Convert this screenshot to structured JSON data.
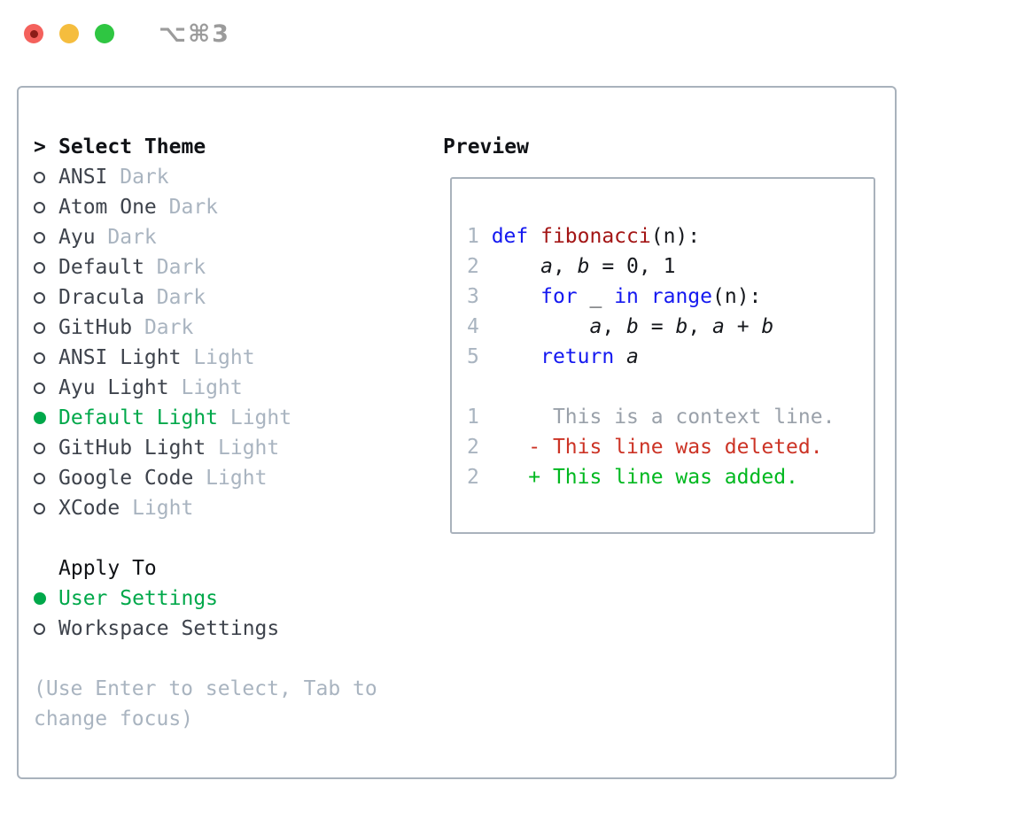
{
  "titlebar": {
    "shortcut": "⌥⌘3"
  },
  "theme_list": {
    "caret": ">",
    "header": "Select Theme",
    "items": [
      {
        "name": "ANSI",
        "variant": "Dark",
        "selected": false
      },
      {
        "name": "Atom One",
        "variant": "Dark",
        "selected": false
      },
      {
        "name": "Ayu",
        "variant": "Dark",
        "selected": false
      },
      {
        "name": "Default",
        "variant": "Dark",
        "selected": false
      },
      {
        "name": "Dracula",
        "variant": "Dark",
        "selected": false
      },
      {
        "name": "GitHub",
        "variant": "Dark",
        "selected": false
      },
      {
        "name": "ANSI Light",
        "variant": "Light",
        "selected": false
      },
      {
        "name": "Ayu Light",
        "variant": "Light",
        "selected": false
      },
      {
        "name": "Default Light",
        "variant": "Light",
        "selected": true
      },
      {
        "name": "GitHub Light",
        "variant": "Light",
        "selected": false
      },
      {
        "name": "Google Code",
        "variant": "Light",
        "selected": false
      },
      {
        "name": "XCode",
        "variant": "Light",
        "selected": false
      }
    ]
  },
  "apply_to": {
    "header": "Apply To",
    "options": [
      {
        "label": "User Settings",
        "selected": true
      },
      {
        "label": "Workspace Settings",
        "selected": false
      }
    ]
  },
  "help_text": "(Use Enter to select, Tab to change focus)",
  "preview": {
    "title": "Preview",
    "lines": [
      [
        {
          "t": "1 ",
          "c": "num"
        },
        {
          "t": "def ",
          "c": "kw"
        },
        {
          "t": "fibonacci",
          "c": "fn"
        },
        {
          "t": "(n):",
          "c": "pl"
        }
      ],
      [
        {
          "t": "2 ",
          "c": "num"
        },
        {
          "t": "    ",
          "c": "pl"
        },
        {
          "t": "a",
          "c": "var"
        },
        {
          "t": ", ",
          "c": "pl"
        },
        {
          "t": "b",
          "c": "var"
        },
        {
          "t": " = 0, 1",
          "c": "pl"
        }
      ],
      [
        {
          "t": "3 ",
          "c": "num"
        },
        {
          "t": "    ",
          "c": "pl"
        },
        {
          "t": "for",
          "c": "kw"
        },
        {
          "t": " _ ",
          "c": "pl"
        },
        {
          "t": "in",
          "c": "kw"
        },
        {
          "t": " ",
          "c": "pl"
        },
        {
          "t": "range",
          "c": "kw"
        },
        {
          "t": "(n):",
          "c": "pl"
        }
      ],
      [
        {
          "t": "4 ",
          "c": "num"
        },
        {
          "t": "        ",
          "c": "pl"
        },
        {
          "t": "a",
          "c": "var"
        },
        {
          "t": ", ",
          "c": "pl"
        },
        {
          "t": "b",
          "c": "var"
        },
        {
          "t": " = ",
          "c": "pl"
        },
        {
          "t": "b",
          "c": "var"
        },
        {
          "t": ", ",
          "c": "pl"
        },
        {
          "t": "a",
          "c": "var"
        },
        {
          "t": " + ",
          "c": "pl"
        },
        {
          "t": "b",
          "c": "var"
        }
      ],
      [
        {
          "t": "5 ",
          "c": "num"
        },
        {
          "t": "    ",
          "c": "pl"
        },
        {
          "t": "return",
          "c": "kw"
        },
        {
          "t": " ",
          "c": "pl"
        },
        {
          "t": "a",
          "c": "var"
        }
      ],
      [],
      [
        {
          "t": "1",
          "c": "num"
        },
        {
          "t": "      ",
          "c": "pl"
        },
        {
          "t": "This is a context line.",
          "c": "ctx"
        }
      ],
      [
        {
          "t": "2",
          "c": "num"
        },
        {
          "t": "    ",
          "c": "pl"
        },
        {
          "t": "- This line was deleted.",
          "c": "del"
        }
      ],
      [
        {
          "t": "2",
          "c": "num"
        },
        {
          "t": "    ",
          "c": "pl"
        },
        {
          "t": "+ This line was added.",
          "c": "add"
        }
      ]
    ]
  },
  "colors": {
    "selection_green": "#00a84a",
    "keyword_blue": "#1418f0",
    "function_red": "#a31515",
    "diff_added_green": "#00b81f",
    "diff_deleted_red": "#cc3325",
    "muted_gray": "#a9b4c0",
    "panel_border": "#a9b2bc",
    "traffic_red": "#f4615c",
    "traffic_yellow": "#f5bd3e",
    "traffic_green": "#2fc642"
  }
}
